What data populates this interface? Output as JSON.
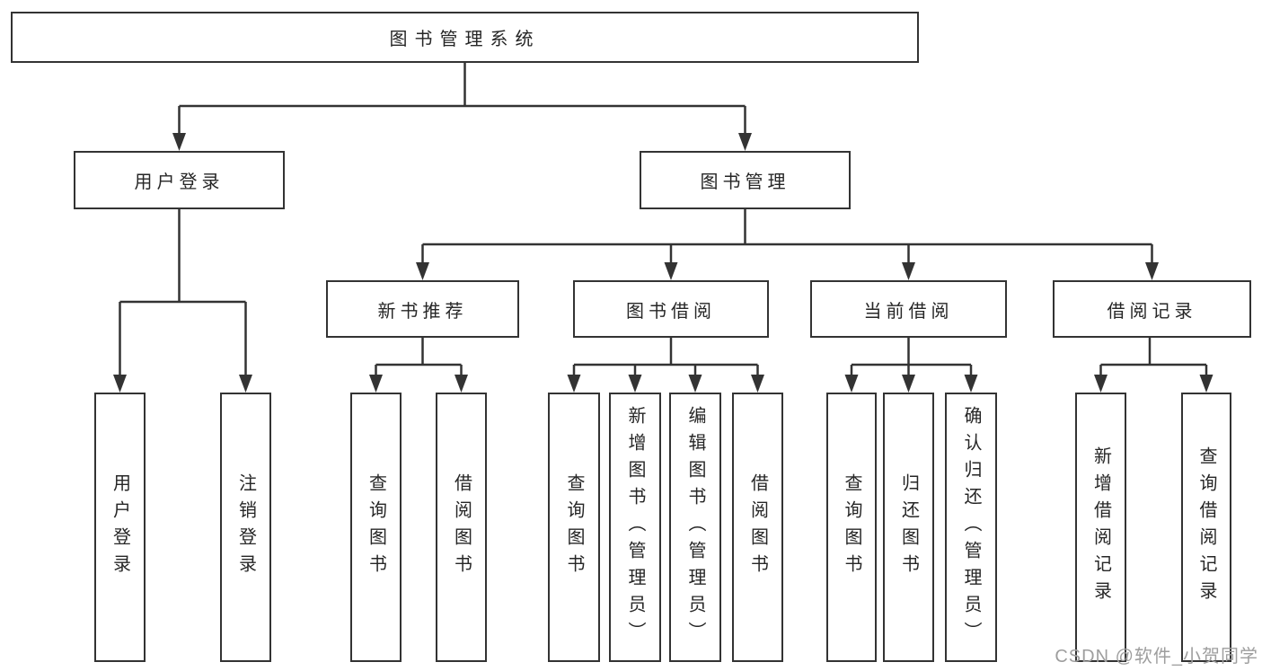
{
  "diagram": {
    "root": {
      "label": "图书管理系统"
    },
    "level2": {
      "user_login": {
        "label": "用户登录"
      },
      "book_management": {
        "label": "图书管理"
      }
    },
    "level3": {
      "new_book_recommend": {
        "label": "新书推荐"
      },
      "book_borrow": {
        "label": "图书借阅"
      },
      "current_borrow": {
        "label": "当前借阅"
      },
      "borrow_records": {
        "label": "借阅记录"
      }
    },
    "leaves": {
      "user_login": {
        "label": "用户登录"
      },
      "logout": {
        "label": "注销登录"
      },
      "rec_query": {
        "label": "查询图书"
      },
      "rec_borrow": {
        "label": "借阅图书"
      },
      "borrow_query": {
        "label": "查询图书"
      },
      "borrow_add": {
        "label": "新增图书（管理员）"
      },
      "borrow_edit": {
        "label": "编辑图书（管理员）"
      },
      "borrow_borrow": {
        "label": "借阅图书"
      },
      "current_query": {
        "label": "查询图书"
      },
      "current_return": {
        "label": "归还图书"
      },
      "current_confirm": {
        "label": "确认归还（管理员）"
      },
      "records_add": {
        "label": "新增借阅记录"
      },
      "records_query": {
        "label": "查询借阅记录"
      }
    },
    "hierarchy": {
      "图书管理系统": {
        "用户登录": [
          "用户登录",
          "注销登录"
        ],
        "图书管理": {
          "新书推荐": [
            "查询图书",
            "借阅图书"
          ],
          "图书借阅": [
            "查询图书",
            "新增图书（管理员）",
            "编辑图书（管理员）",
            "借阅图书"
          ],
          "当前借阅": [
            "查询图书",
            "归还图书",
            "确认归还（管理员）"
          ],
          "借阅记录": [
            "新增借阅记录",
            "查询借阅记录"
          ]
        }
      }
    },
    "watermark": "CSDN @软件_小贺同学",
    "colors": {
      "line": "#333333",
      "text": "#262626",
      "background": "#ffffff",
      "watermark": "#9e9e9e"
    }
  }
}
